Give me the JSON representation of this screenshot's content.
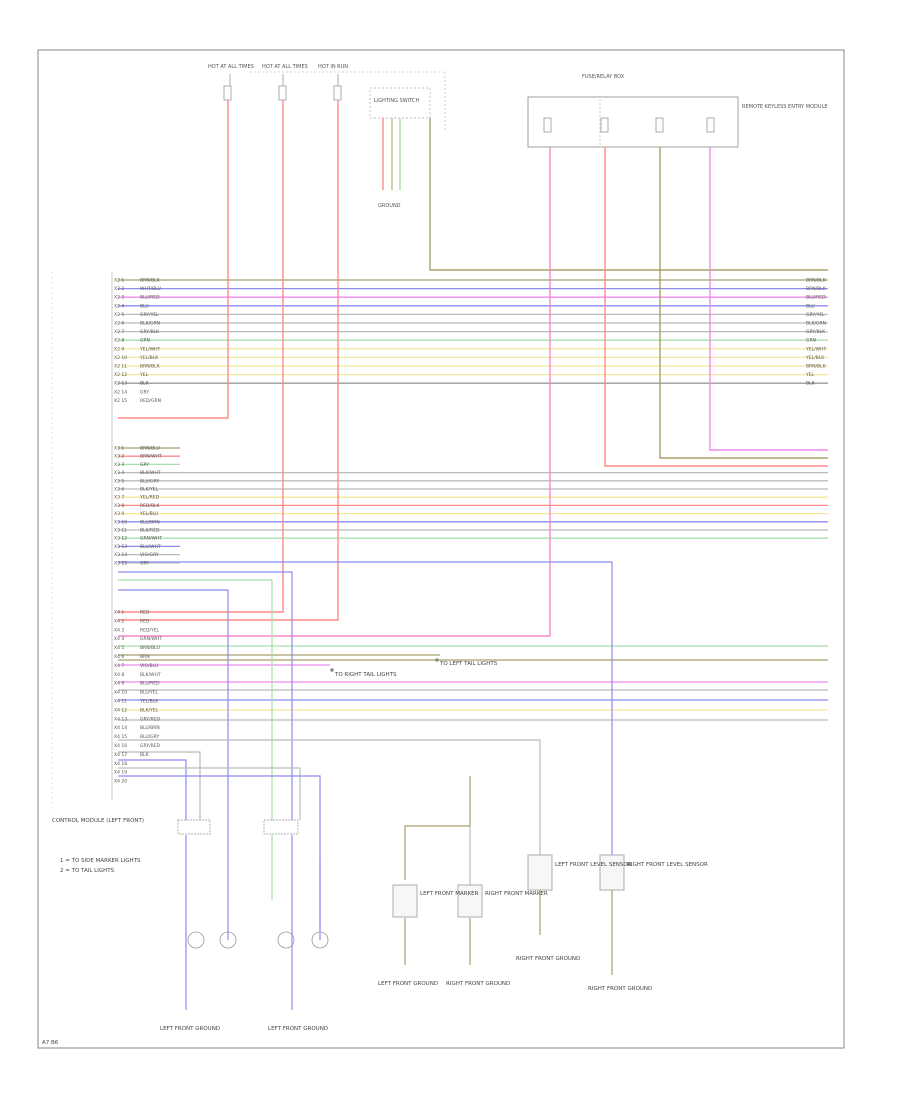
{
  "diagram": {
    "module_label": "CONTROL MODULE (LEFT FRONT)",
    "legend_lines": [
      "1 = TO SIDE MARKER LIGHTS",
      "2 = TO TAIL LIGHTS"
    ],
    "corner_code": "A7 B6",
    "text_labels": {
      "fuse_a": "HOT AT ALL TIMES",
      "fuse_b": "HOT AT ALL TIMES",
      "fuse_c": "HOT IN RUN",
      "lamp_switch": "LIGHTING SWITCH",
      "relay_box": "FUSE/RELAY BOX",
      "module_right": "REMOTE KEYLESS ENTRY MODULE",
      "left_marker": "LEFT FRONT MARKER",
      "right_marker": "RIGHT FRONT MARKER",
      "left_sensor": "LEFT FRONT LEVEL SENSOR",
      "right_sensor": "RIGHT FRONT LEVEL SENSOR",
      "left_ground": "LEFT FRONT GROUND",
      "right_ground": "RIGHT FRONT GROUND",
      "ground_left_bottom": "LEFT FRONT GROUND",
      "ground_mid_bottom": "LEFT FRONT GROUND",
      "ground_right_bottom": "RIGHT FRONT GROUND",
      "ground_right_bottom2": "RIGHT FRONT GROUND",
      "center_note_1": "TO LEFT TAIL LIGHTS",
      "center_note_2": "TO RIGHT TAIL LIGHTS"
    },
    "upper_pins": [
      "X2 1",
      "X2 2",
      "X2 3",
      "X2 4",
      "X2 5",
      "X2 6",
      "X2 7",
      "X2 8",
      "X2 9",
      "X2 10",
      "X2 11",
      "X2 12",
      "X2 13",
      "X2 14",
      "X2 15"
    ],
    "upper_wires": [
      "BRN/BLK",
      "WHT/BLU",
      "BLU/RED",
      "BLU",
      "GRY/YEL",
      "BLK/GRN",
      "GRY/BLK",
      "GRN",
      "YEL/WHT",
      "YEL/BLK",
      "BRN/BLK",
      "YEL",
      "BLK",
      "GRY",
      "RED/GRN"
    ],
    "mid_pins": [
      "X3 1",
      "X3 2",
      "X3 3",
      "X3 4",
      "X3 5",
      "X3 6",
      "X3 7",
      "X3 8",
      "X3 9",
      "X3 10",
      "X3 11",
      "X3 12",
      "X3 13",
      "X3 14",
      "X3 15"
    ],
    "mid_wires": [
      "BRN/BLU",
      "BRN/WHT",
      "GRY",
      "BLK/WHT",
      "BLU/GRY",
      "BLK/YEL",
      "YEL/RED",
      "RED/BLK",
      "YEL/BLU",
      "BLU/BRN",
      "BLK/RED",
      "GRN/WHT",
      "BLU/WHT",
      "VIO/GRY",
      "GRY"
    ],
    "lower_pins": [
      "X4 1",
      "X4 2",
      "X4 3",
      "X4 4",
      "X4 5",
      "X4 6",
      "X4 7",
      "X4 8",
      "X4 9",
      "X4 10",
      "X4 11",
      "X4 12",
      "X4 13",
      "X4 14",
      "X4 15",
      "X4 16",
      "X4 17",
      "X4 18",
      "X4 19",
      "X4 20"
    ],
    "lower_wires": [
      "RED",
      "RED",
      "RED/YEL",
      "GRN/WHT",
      "BRN/BLU",
      "BRN",
      "VIO/BLU",
      "BLK/WHT",
      "BLU/RED",
      "BLU/YEL",
      "YEL/BLK",
      "BLK/YEL",
      "GRY/RED",
      "BLU/BRN",
      "BLU/GRY",
      "GRY/RED",
      "BLK"
    ],
    "right_tags": [
      "BRN/BLK",
      "BRN/BLK",
      "BLU/RED",
      "BLU",
      "GRY/YEL",
      "BLK/GRN",
      "GRY/BLK",
      "GRN",
      "YEL/WHT",
      "YEL/BLK",
      "BRN/BLK",
      "YEL",
      "BLK"
    ]
  },
  "colors": {
    "frame": "#888888",
    "red": "#ff8a8a",
    "pink": "#f38ac8",
    "blue": "#8c8cf2",
    "green": "#a8e0a8",
    "yellow": "#f5e89a",
    "olive": "#a8a06a",
    "gray": "#bbbbbb",
    "magenta": "#ee8aee"
  }
}
